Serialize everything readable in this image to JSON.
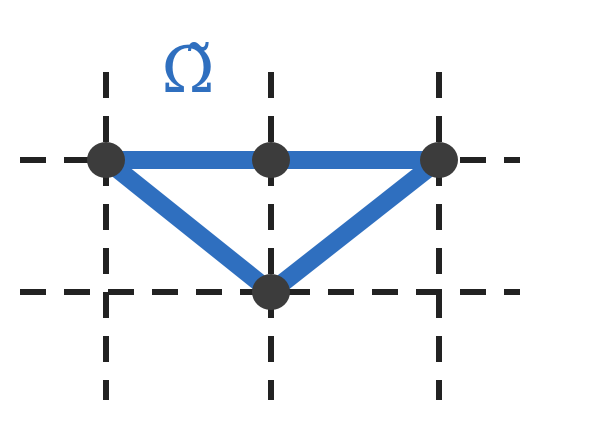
{
  "label": {
    "symbol": "Ω̃"
  },
  "colors": {
    "edge": "#2f6fbf",
    "node": "#3c3c3c",
    "grid": "#222222",
    "label": "#2f6fbf"
  },
  "grid": {
    "columns": 3,
    "rows": 2,
    "style": "dashed"
  },
  "nodes": [
    {
      "id": "a",
      "col": 0,
      "row": 0
    },
    {
      "id": "b",
      "col": 1,
      "row": 0
    },
    {
      "id": "c",
      "col": 2,
      "row": 0
    },
    {
      "id": "d",
      "col": 1,
      "row": 1
    }
  ],
  "edges": [
    {
      "from": "a",
      "to": "c"
    },
    {
      "from": "a",
      "to": "d"
    },
    {
      "from": "c",
      "to": "d"
    }
  ]
}
